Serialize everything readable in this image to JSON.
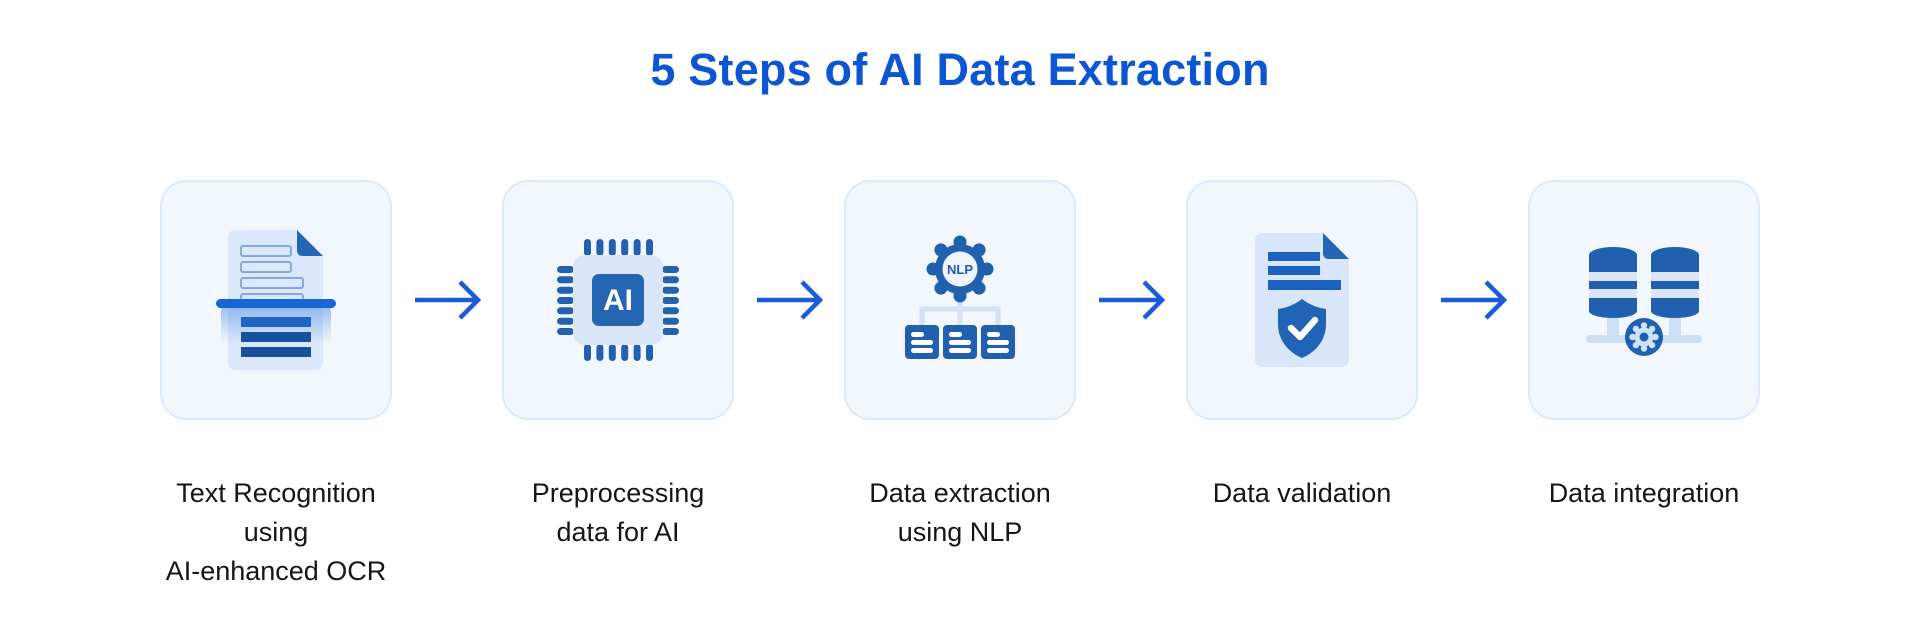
{
  "title": {
    "text": "5 Steps of AI Data Extraction"
  },
  "steps": [
    {
      "label": "Text Recognition\nusing\nAI-enhanced OCR",
      "icon": "ocr-scanned-document-icon"
    },
    {
      "label": "Preprocessing\ndata for AI",
      "icon": "ai-processor-chip-icon",
      "icon_text": "AI"
    },
    {
      "label": "Data extraction\nusing NLP",
      "icon": "nlp-gear-network-icon",
      "icon_text": "NLP"
    },
    {
      "label": "Data validation",
      "icon": "document-shield-check-icon"
    },
    {
      "label": "Data integration",
      "icon": "database-gear-icon"
    }
  ],
  "connector": {
    "icon": "arrow-right-icon"
  },
  "colors": {
    "title_blue": "#0d56d3",
    "arrow_blue": "#1a5cd7",
    "icon_dark_blue": "#2060af",
    "icon_medium_blue": "#1c61bd",
    "icon_light_blue": "#d9e6f8",
    "scan_bar_blue": "#1568d1",
    "card_background": "#f2f7fd",
    "card_border": "#dbeafa",
    "label_text": "#161616",
    "page_background": "#ffffff"
  }
}
